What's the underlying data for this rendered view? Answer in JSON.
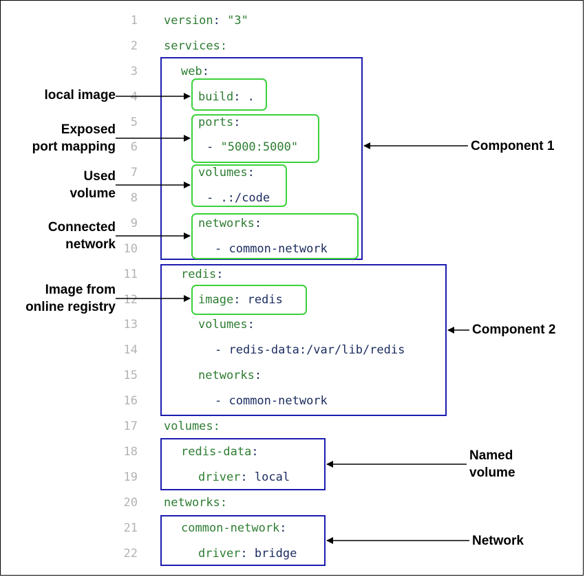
{
  "line_numbers": [
    "1",
    "2",
    "3",
    "4",
    "5",
    "6",
    "7",
    "8",
    "9",
    "10",
    "11",
    "12",
    "13",
    "14",
    "15",
    "16",
    "17",
    "18",
    "19",
    "20",
    "21",
    "22"
  ],
  "code": {
    "l1": {
      "key": "version",
      "sep": ": ",
      "val": "\"3\""
    },
    "l2": {
      "key": "services",
      "sep": ":"
    },
    "l3": {
      "key": "web",
      "sep": ":"
    },
    "l4": {
      "key": "build",
      "sep": ": ",
      "val": "."
    },
    "l5": {
      "key": "ports",
      "sep": ":"
    },
    "l6": {
      "dash": "- ",
      "val": "\"5000:5000\""
    },
    "l7": {
      "key": "volumes",
      "sep": ":"
    },
    "l8": {
      "dash": "- ",
      "val": ".:/code"
    },
    "l9": {
      "key": "networks",
      "sep": ":"
    },
    "l10": {
      "dash": "- ",
      "val": "common-network"
    },
    "l11": {
      "key": "redis",
      "sep": ":"
    },
    "l12": {
      "key": "image",
      "sep": ": ",
      "val": "redis"
    },
    "l13": {
      "key": "volumes",
      "sep": ":"
    },
    "l14": {
      "dash": "- ",
      "val": "redis-data:/var/lib/redis"
    },
    "l15": {
      "key": "networks",
      "sep": ":"
    },
    "l16": {
      "dash": "- ",
      "val": "common-network"
    },
    "l17": {
      "key": "volumes",
      "sep": ":"
    },
    "l18": {
      "key": "redis-data",
      "sep": ":"
    },
    "l19": {
      "key": "driver",
      "sep": ": ",
      "val": "local"
    },
    "l20": {
      "key": "networks",
      "sep": ":"
    },
    "l21": {
      "key": "common-network",
      "sep": ":"
    },
    "l22": {
      "key": "driver",
      "sep": ": ",
      "val": "bridge"
    }
  },
  "annotations_left": {
    "local_image": "local image",
    "exposed_port_1": "Exposed",
    "exposed_port_2": "port mapping",
    "used_volume_1": "Used",
    "used_volume_2": "volume",
    "connected_network_1": "Connected",
    "connected_network_2": "network",
    "image_registry_1": "Image from",
    "image_registry_2": "online registry"
  },
  "annotations_right": {
    "component1": "Component 1",
    "component2": "Component 2",
    "named_volume_1": "Named",
    "named_volume_2": "volume",
    "network": "Network"
  },
  "colors": {
    "key": "#2e7d32",
    "value": "#1a2b5e",
    "line_number": "#b3b3b3",
    "highlight_box": "#3ad13a",
    "component_box": "#1b1bb0"
  }
}
